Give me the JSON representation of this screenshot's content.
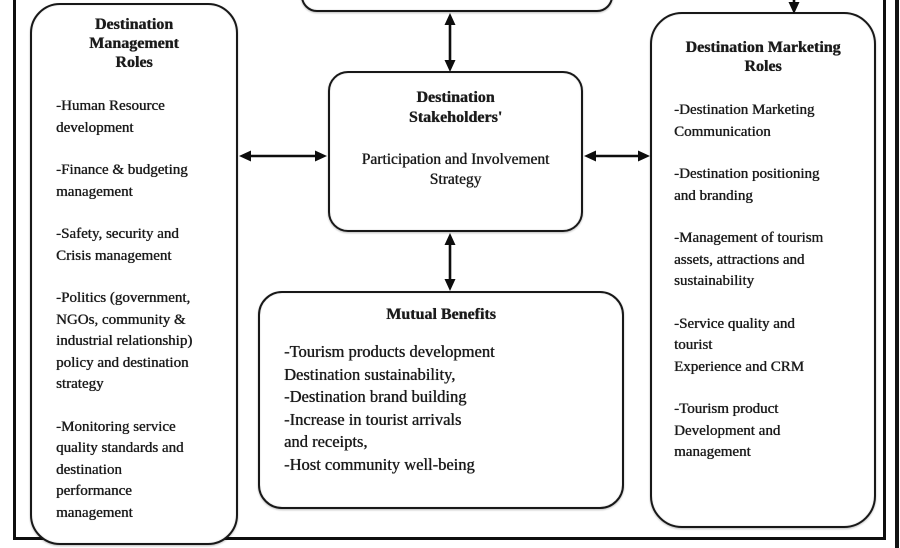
{
  "colors": {
    "ink": "#1f1f1f",
    "border": "#1c1c1c",
    "background": "#fcfcfc"
  },
  "boxes": {
    "management": {
      "title": "Destination\nManagement\nRoles",
      "items": [
        "-Human Resource\ndevelopment",
        "-Finance & budgeting\nmanagement",
        "-Safety, security and\nCrisis management",
        "-Politics (government,\nNGOs, community &\nindustrial relationship)\npolicy and destination\nstrategy",
        "-Monitoring service\nquality standards and\ndestination\nperformance\nmanagement"
      ]
    },
    "stakeholders": {
      "title": "Destination\nStakeholders'",
      "body": "Participation and Involvement\nStrategy"
    },
    "benefits": {
      "title": "Mutual Benefits",
      "items": [
        "-Tourism products development\nDestination sustainability,",
        "-Destination brand building",
        "-Increase in tourist arrivals\nand receipts,",
        "-Host community well-being"
      ]
    },
    "marketing": {
      "title": "Destination Marketing\nRoles",
      "items": [
        "-Destination Marketing\nCommunication",
        "-Destination positioning\nand branding",
        "-Management of tourism\nassets, attractions and\nsustainability",
        "-Service quality and\ntourist\nExperience and CRM",
        "-Tourism product\nDevelopment and\nmanagement"
      ]
    }
  }
}
